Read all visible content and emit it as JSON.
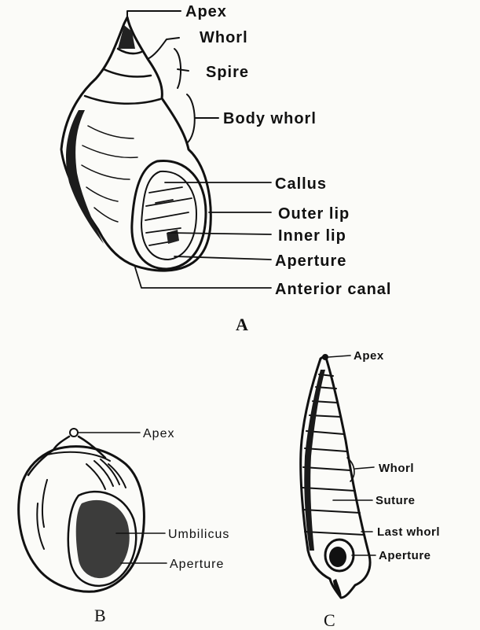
{
  "figure_a": {
    "caption": "A",
    "labels": {
      "apex": "Apex",
      "whorl": "Whorl",
      "spire": "Spire",
      "body_whorl": "Body whorl",
      "callus": "Callus",
      "outer_lip": "Outer lip",
      "inner_lip": "Inner lip",
      "aperture": "Aperture",
      "anterior_canal": "Anterior canal"
    }
  },
  "figure_b": {
    "caption": "B",
    "labels": {
      "apex": "Apex",
      "umbilicus": "Umbilicus",
      "aperture": "Aperture"
    }
  },
  "figure_c": {
    "caption": "C",
    "labels": {
      "apex": "Apex",
      "whorl": "Whorl",
      "suture": "Suture",
      "last_whorl": "Last whorl",
      "aperture": "Aperture"
    }
  }
}
